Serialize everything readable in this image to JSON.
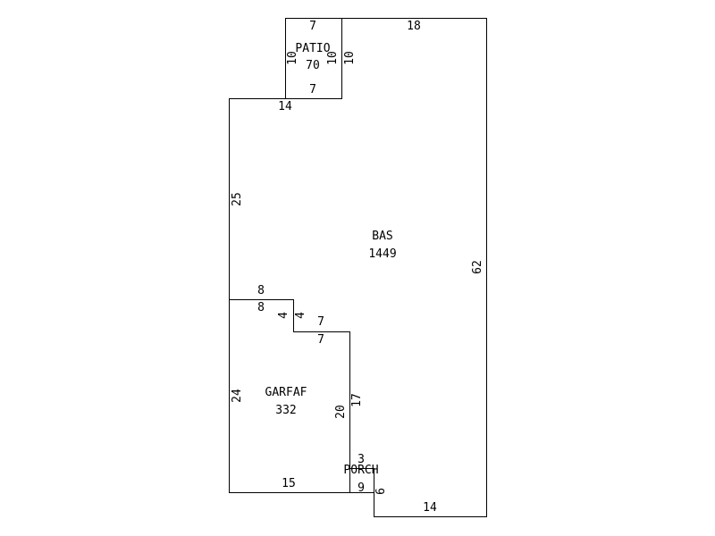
{
  "areas": {
    "patio": {
      "name": "PATIO",
      "sqft": "70"
    },
    "bas": {
      "name": "BAS",
      "sqft": "1449"
    },
    "garage": {
      "name": "GARFAF",
      "sqft": "332"
    },
    "porch": {
      "name": "PORCH"
    }
  },
  "dimensions": {
    "patio_top": "7",
    "patio_left": "10",
    "patio_right_inner": "10",
    "patio_right_outer": "10",
    "patio_bottom": "7",
    "bas_top": "18",
    "bas_step_top": "14",
    "bas_left": "25",
    "bas_right": "62",
    "bas_notch_top_upper": "8",
    "bas_notch_top_lower": "8",
    "notch_left": "4",
    "notch_right": "4",
    "notch_step_upper": "7",
    "notch_step_lower": "7",
    "garage_left": "24",
    "garage_right_inner": "20",
    "garage_right_outer": "17",
    "garage_bottom": "15",
    "porch_top": "3",
    "porch_bottom": "9",
    "porch_right": "6",
    "bas_bottom": "14"
  }
}
